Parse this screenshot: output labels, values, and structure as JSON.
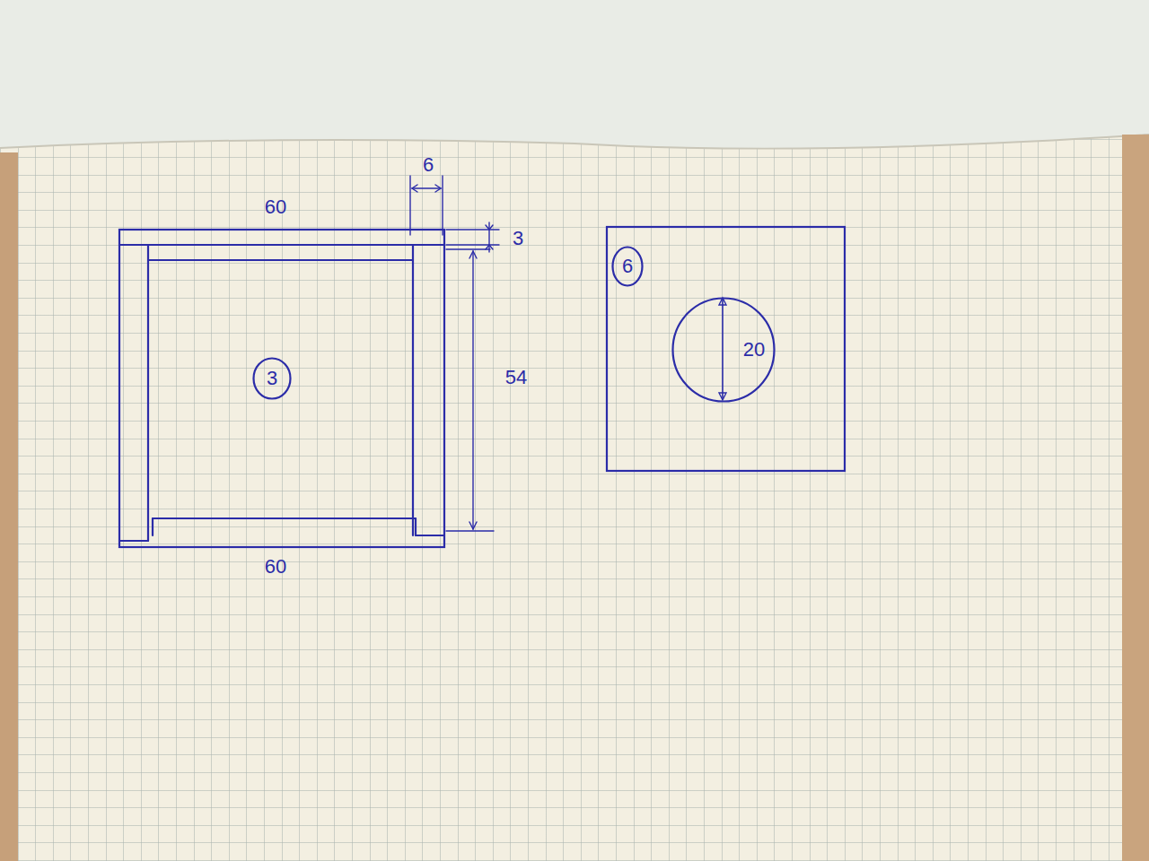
{
  "diagram": {
    "nodes": [
      {
        "text": [
          "3"
        ]
      },
      {
        "text": [
          "6"
        ]
      },
      {
        "text": [
          "20"
        ]
      }
    ],
    "labels": [
      "60",
      "6",
      "3",
      "54",
      "60"
    ]
  }
}
